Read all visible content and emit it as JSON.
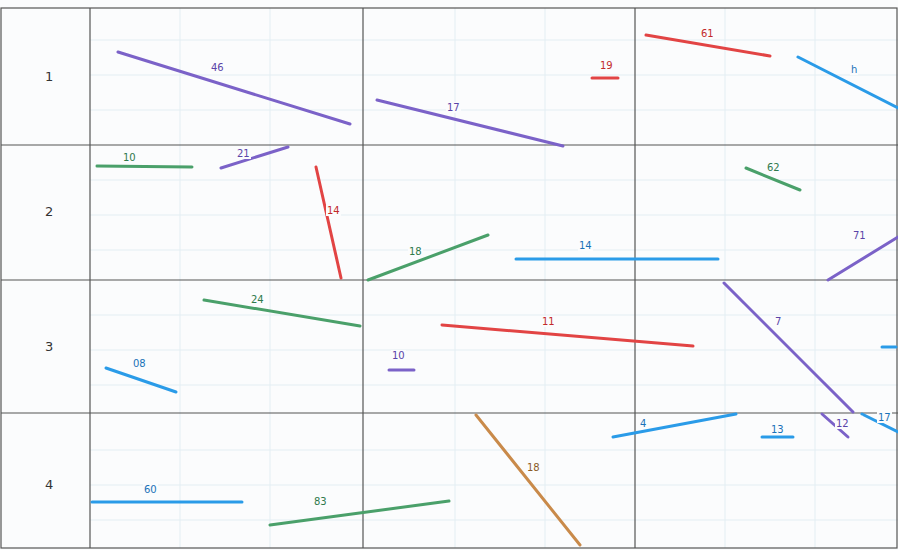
{
  "diagram": {
    "labels": [
      "1",
      "2",
      "3",
      "4",
      "46",
      "17",
      "19",
      "61",
      "h",
      "10",
      "21",
      "14",
      "18",
      "14",
      "62",
      "71",
      "24",
      "11",
      "7",
      "08",
      "10",
      "18",
      "4",
      "13",
      "12",
      "17",
      "60",
      "83"
    ]
  }
}
